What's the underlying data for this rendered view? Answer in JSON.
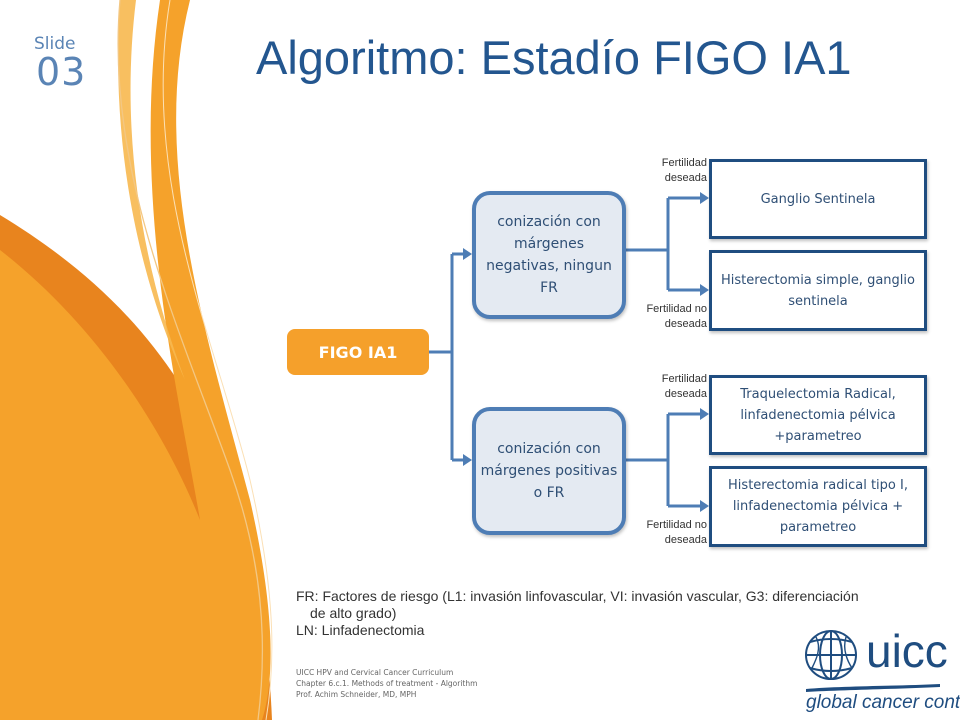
{
  "slide": {
    "label": "Slide",
    "number": "03",
    "title": "Algoritmo: Estadío FIGO IA1"
  },
  "diagram": {
    "root": "FIGO IA1",
    "branches": [
      {
        "label": "conización con márgenes negativas, ningun FR",
        "options": [
          {
            "edge_label": "Fertilidad deseada",
            "treatment": "Ganglio Sentinela"
          },
          {
            "edge_label": "Fertilidad no deseada",
            "treatment": "Histerectomia simple, ganglio sentinela"
          }
        ]
      },
      {
        "label": "conización con márgenes positivas o FR",
        "options": [
          {
            "edge_label": "Fertilidad deseada",
            "treatment": "Traquelectomia Radical, linfadenectomia pélvica +parametreo"
          },
          {
            "edge_label": "Fertilidad no deseada",
            "treatment": "Histerectomia radical tipo I, linfadenectomia pélvica + parametreo"
          }
        ]
      }
    ]
  },
  "footnote": {
    "line1": "FR: Factores de riesgo (L1: invasión linfovascular, VI: invasión vascular, G3: diferenciación",
    "line2": "de alto grado)",
    "line3": "LN: Linfadenectomia"
  },
  "credits": {
    "line1": "UICC HPV and Cervical Cancer Curriculum",
    "line2": "Chapter 6.c.1. Methods of treatment - Algorithm",
    "line3": "Prof. Achim Schneider, MD, MPH"
  },
  "logo": {
    "name": "uicc",
    "tagline": "global cancer control",
    "icon": "globe-icon"
  },
  "colors": {
    "accent_orange": "#f5a02b",
    "title_blue": "#23568f",
    "connector_blue": "#4e7db5",
    "box_fill": "#e4eaf2",
    "leaf_border": "#1f4d80"
  }
}
